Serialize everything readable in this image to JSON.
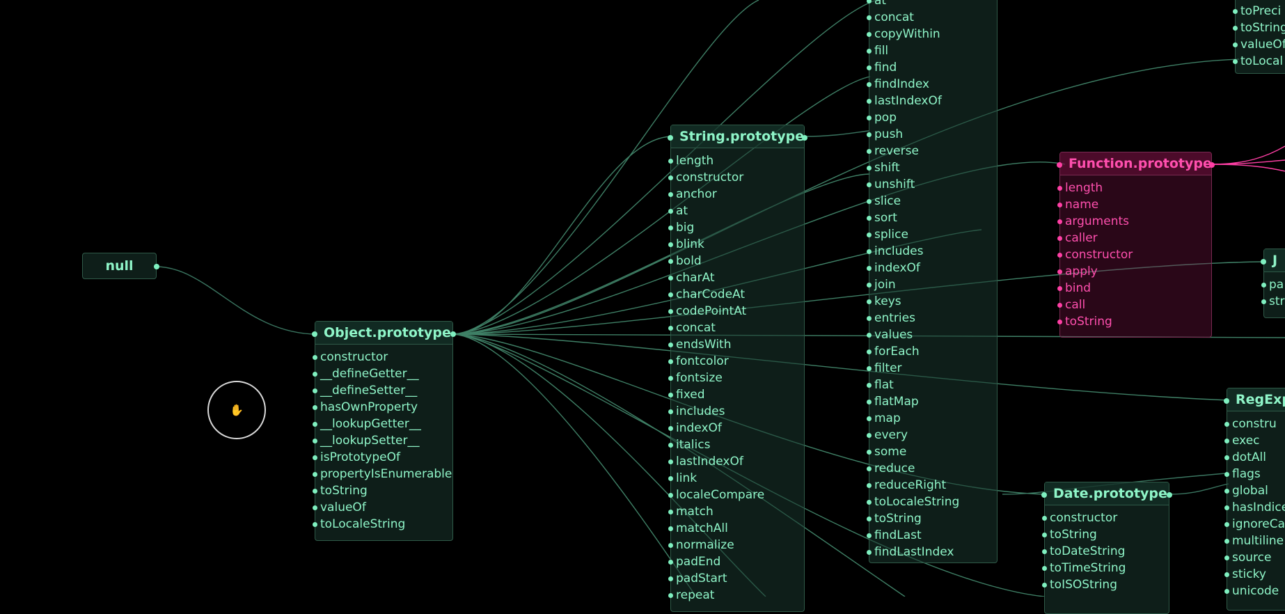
{
  "colors": {
    "accent": "#8ff5c8",
    "wire": "#3d7a62",
    "pink": "#ff4fae",
    "background": "#000000"
  },
  "cursor_icon": "grab-hand-icon",
  "nodes": {
    "null": {
      "title": "null"
    },
    "object": {
      "title": "Object.prototype",
      "props": [
        "constructor",
        "__defineGetter__",
        "__defineSetter__",
        "hasOwnProperty",
        "__lookupGetter__",
        "__lookupSetter__",
        "isPrototypeOf",
        "propertyIsEnumerable",
        "toString",
        "valueOf",
        "toLocaleString"
      ]
    },
    "string": {
      "title": "String.prototype",
      "props": [
        "length",
        "constructor",
        "anchor",
        "at",
        "big",
        "blink",
        "bold",
        "charAt",
        "charCodeAt",
        "codePointAt",
        "concat",
        "endsWith",
        "fontcolor",
        "fontsize",
        "fixed",
        "includes",
        "indexOf",
        "italics",
        "lastIndexOf",
        "link",
        "localeCompare",
        "match",
        "matchAll",
        "normalize",
        "padEnd",
        "padStart",
        "repeat"
      ]
    },
    "array": {
      "title": "",
      "props": [
        "at",
        "concat",
        "copyWithin",
        "fill",
        "find",
        "findIndex",
        "lastIndexOf",
        "pop",
        "push",
        "reverse",
        "shift",
        "unshift",
        "slice",
        "sort",
        "splice",
        "includes",
        "indexOf",
        "join",
        "keys",
        "entries",
        "values",
        "forEach",
        "filter",
        "flat",
        "flatMap",
        "map",
        "every",
        "some",
        "reduce",
        "reduceRight",
        "toLocaleString",
        "toString",
        "findLast",
        "findLastIndex"
      ]
    },
    "function": {
      "title": "Function.prototype",
      "props": [
        "length",
        "name",
        "arguments",
        "caller",
        "constructor",
        "apply",
        "bind",
        "call",
        "toString"
      ]
    },
    "date": {
      "title": "Date.prototype",
      "props": [
        "constructor",
        "toString",
        "toDateString",
        "toTimeString",
        "toISOString"
      ]
    },
    "regexp": {
      "title": "RegExp",
      "props": [
        "constru",
        "exec",
        "dotAll",
        "flags",
        "global",
        "hasIndice",
        "ignoreCa",
        "multiline",
        "source",
        "sticky",
        "unicode"
      ]
    },
    "number": {
      "title": "",
      "props": [
        "toPreci",
        "toString",
        "valueOf",
        "toLocal"
      ]
    },
    "json": {
      "title": "J",
      "props": [
        "pa",
        "str"
      ]
    }
  }
}
